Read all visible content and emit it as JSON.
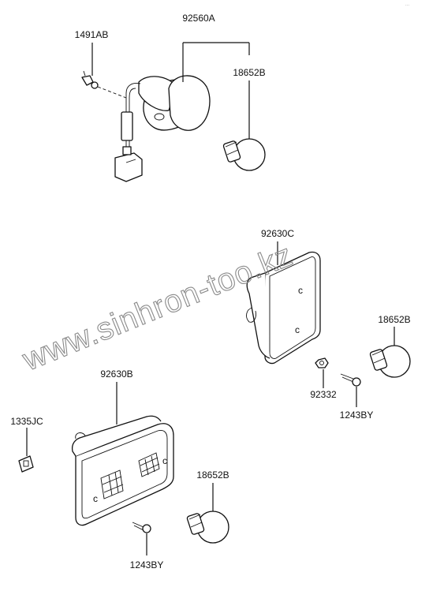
{
  "labels": {
    "p92560A": "92560A",
    "p1491AB": "1491AB",
    "p18652B_top": "18652B",
    "p92630C": "92630C",
    "p18652B_mid": "18652B",
    "p92332": "92332",
    "p1243BY_mid": "1243BY",
    "p92630B": "92630B",
    "p1335JC": "1335JC",
    "p18652B_bot": "18652B",
    "p1243BY_bot": "1243BY"
  },
  "watermark": "www.sinhron-too.kz",
  "corner_mark": "···",
  "colors": {
    "line": "#111111",
    "watermark": "#8a8a8a",
    "background": "#ffffff"
  }
}
